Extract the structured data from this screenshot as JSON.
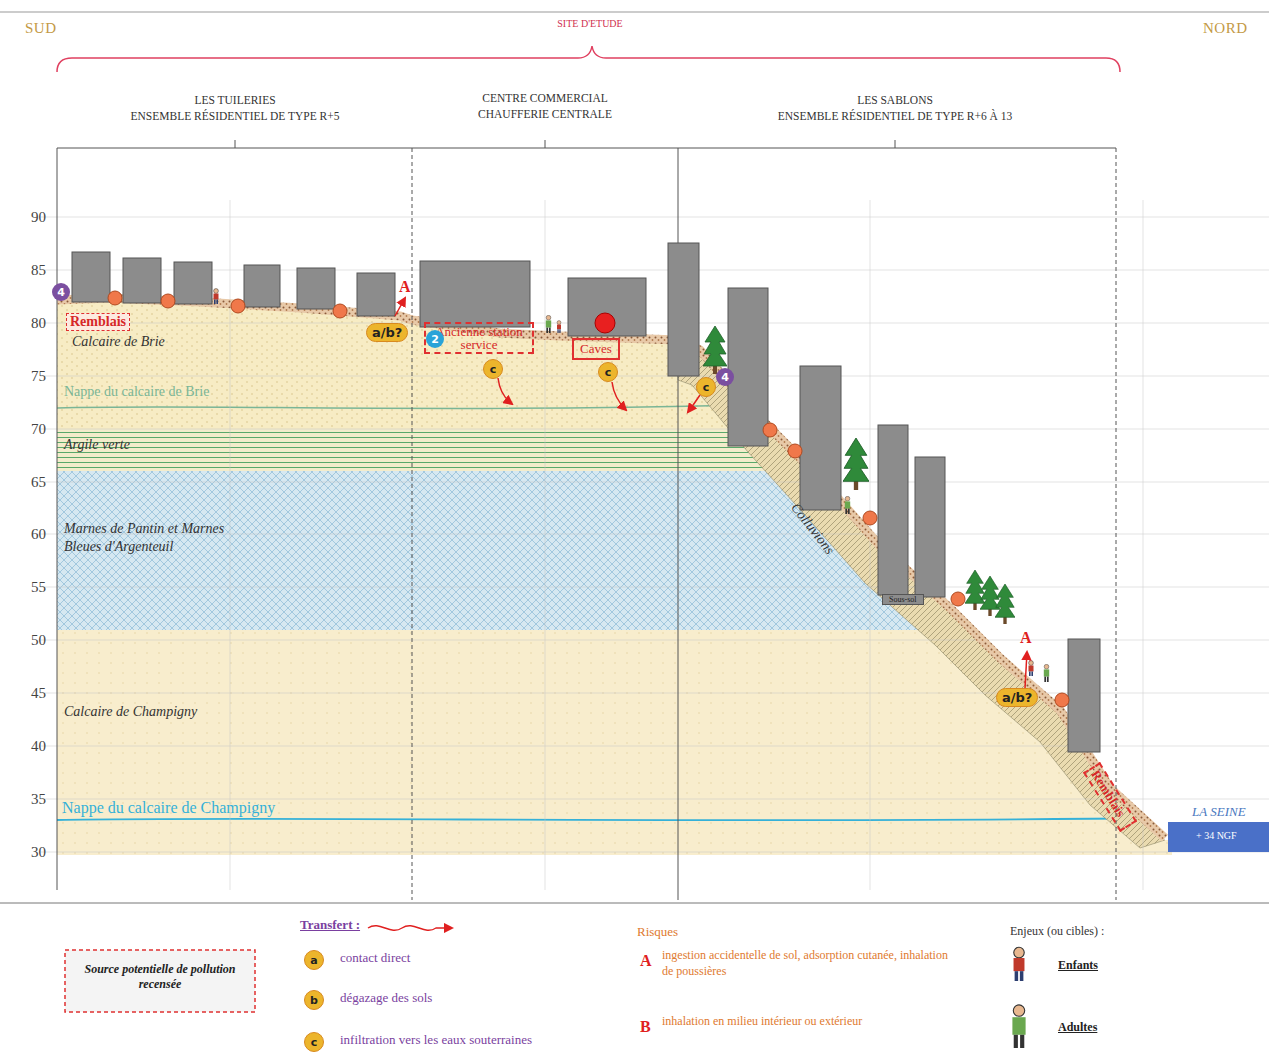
{
  "diagram": {
    "nodes": [
      {
        "text": [
          "Remblais"
        ]
      },
      {
        "text": [
          "Ancienne station service"
        ]
      },
      {
        "text": [
          "Caves"
        ]
      },
      {
        "text": [
          "Sous-sol"
        ]
      },
      {
        "text": [
          "Remblais"
        ]
      },
      {
        "text": [
          "4"
        ]
      },
      {
        "text": [
          "2"
        ]
      },
      {
        "text": [
          "a/b?"
        ]
      },
      {
        "text": [
          "c"
        ]
      },
      {
        "text": [
          "c"
        ]
      },
      {
        "text": [
          "c"
        ]
      },
      {
        "text": [
          "4"
        ]
      },
      {
        "text": [
          "a/b?"
        ]
      },
      {
        "text": [
          "a"
        ]
      },
      {
        "text": [
          "b"
        ]
      },
      {
        "text": [
          "c"
        ]
      }
    ],
    "labels": [
      "SUD",
      "SITE D'ETUDE",
      "NORD",
      "LES TUILERIES",
      "ENSEMBLE RÉSIDENTIEL DE TYPE R+5",
      "CENTRE COMMERCIAL",
      "CHAUFFERIE CENTRALE",
      "LES SABLONS",
      "ENSEMBLE RÉSIDENTIEL DE TYPE R+6 À 13",
      "90",
      "85",
      "80",
      "75",
      "70",
      "65",
      "60",
      "55",
      "50",
      "45",
      "40",
      "35",
      "30",
      "Calcaire de Brie",
      "Nappe du calcaire de Brie",
      "Argile verte",
      "Marnes de Pantin et Marnes Bleues d'Argenteuil",
      "Calcaire de Champigny",
      "Nappe du calcaire de Champigny",
      "Colluvions",
      "LA SEINE",
      "+ 34 NGF",
      "A",
      "A",
      "Transfert :",
      "Risques",
      "A",
      "B",
      "Enjeux (ou cibles) :"
    ],
    "legend": [
      {
        "text": "Source potentielle de pollution recensée"
      },
      {
        "text": "contact direct"
      },
      {
        "text": "dégazage des sols"
      },
      {
        "text": "infiltration vers les eaux souterraines"
      },
      {
        "text": "ingestion accidentelle de sol, adsorption cutanée, inhalation de poussières"
      },
      {
        "text": "inhalation en milieu intérieur ou extérieur"
      },
      {
        "text": "Enfants"
      },
      {
        "text": "Adultes"
      }
    ]
  }
}
